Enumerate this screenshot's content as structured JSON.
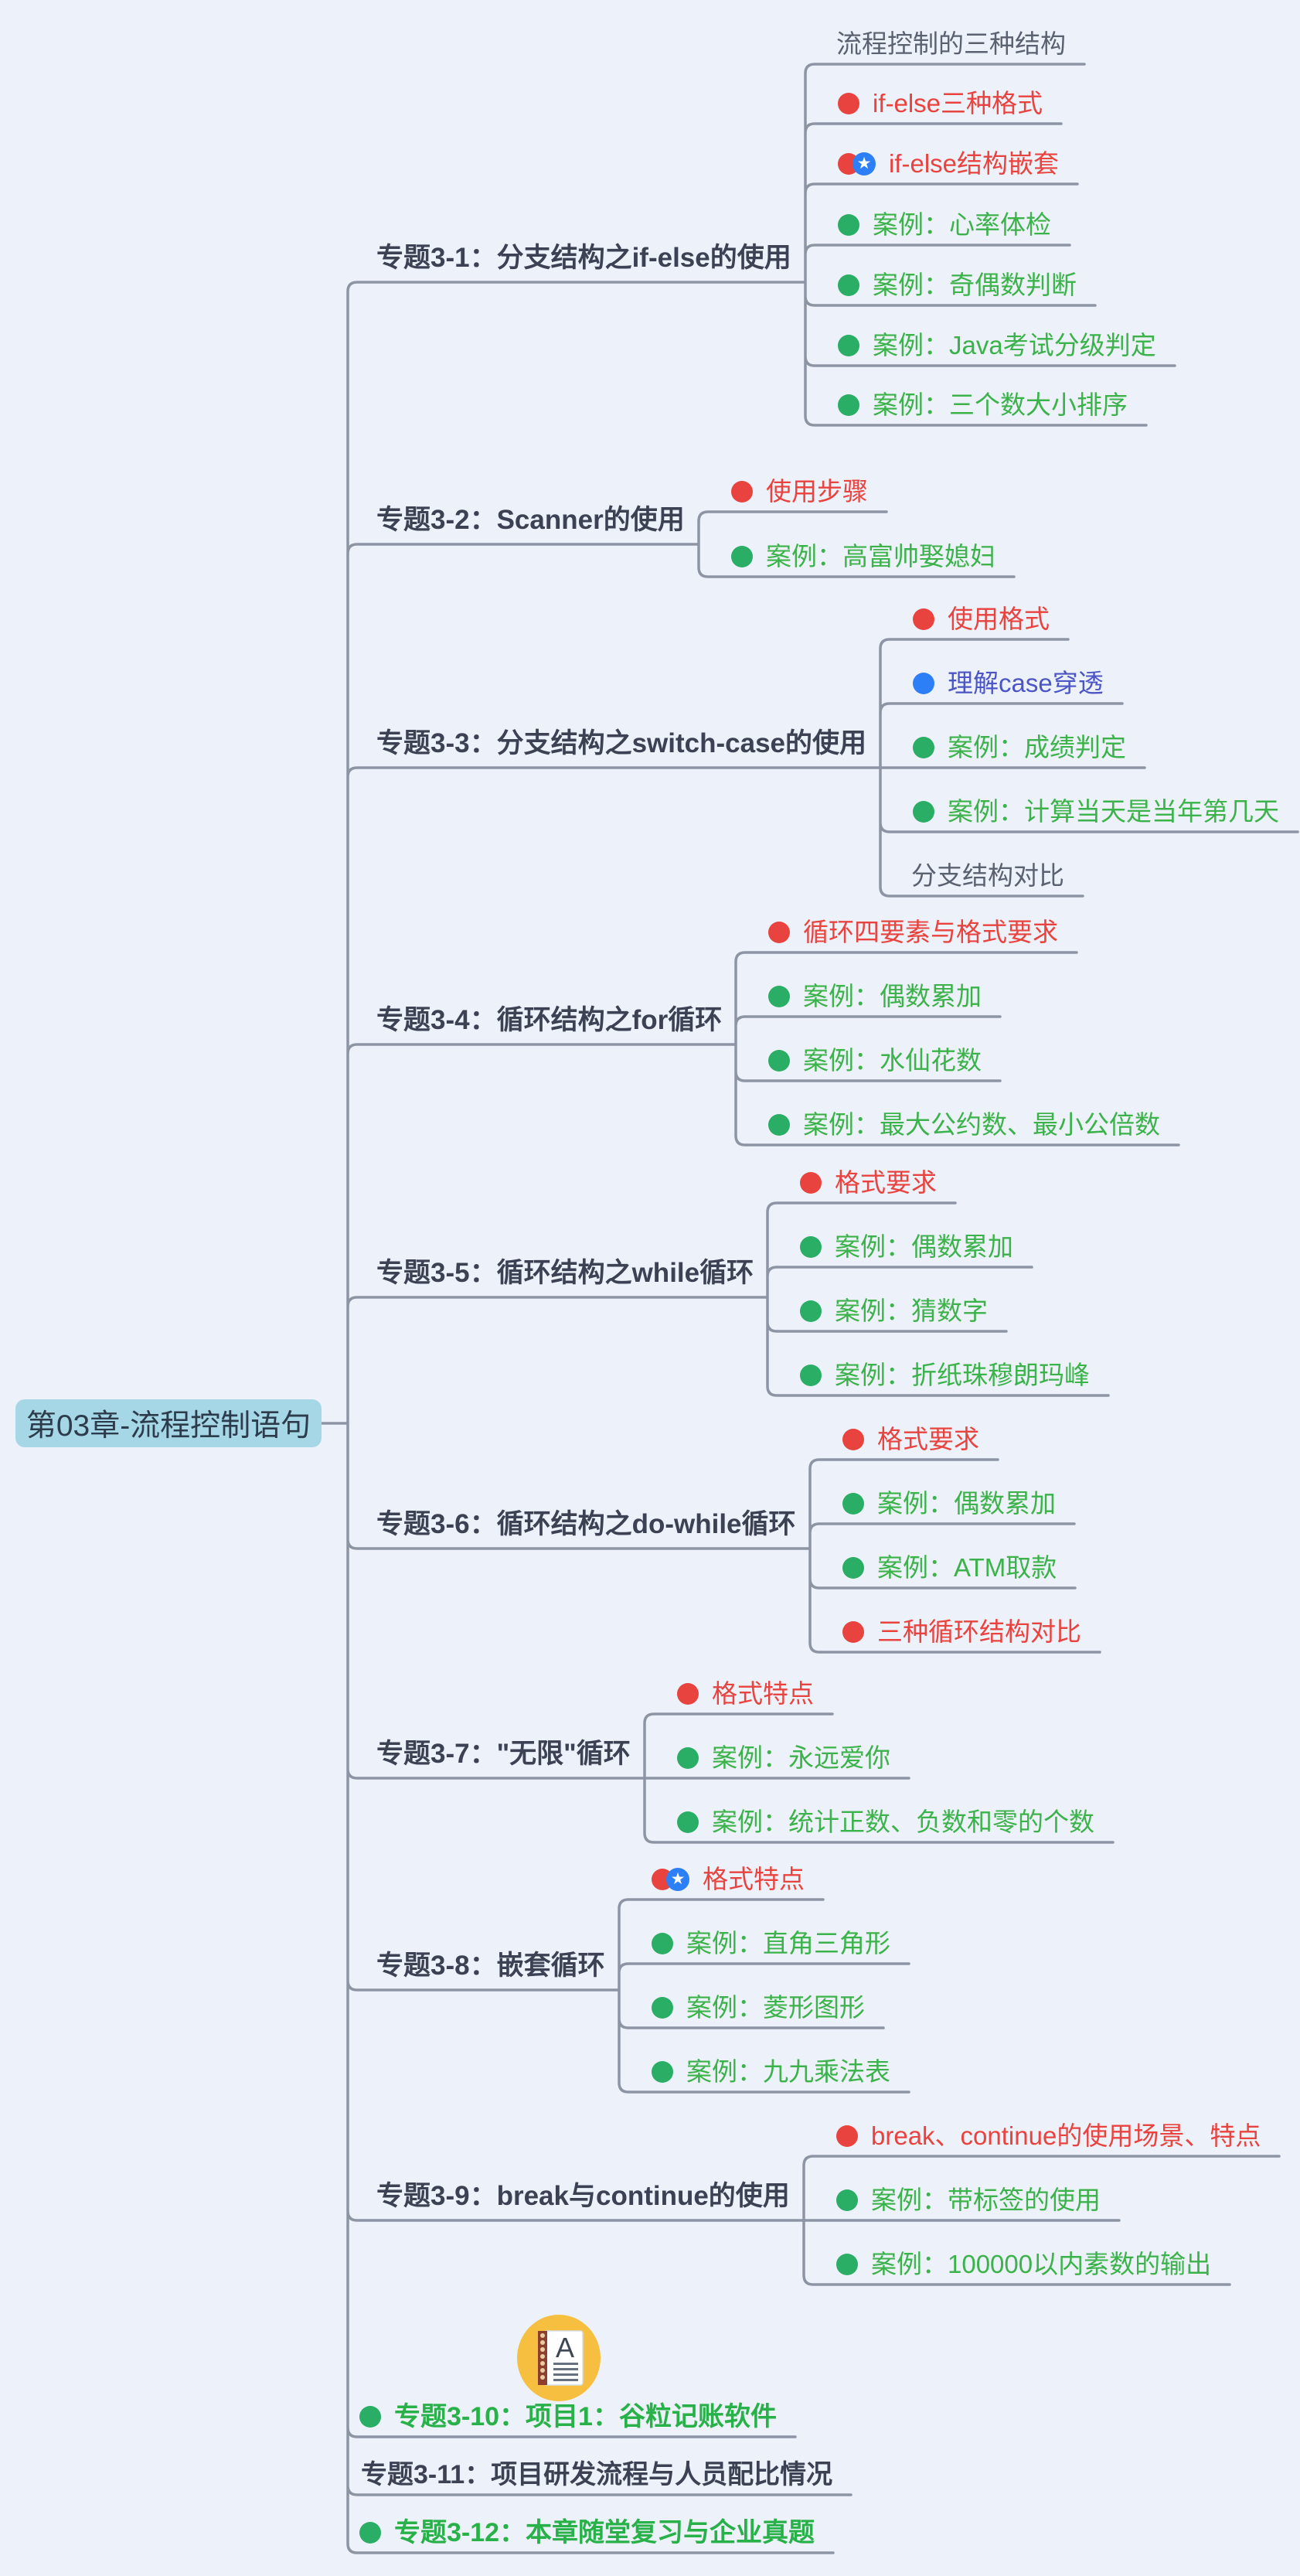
{
  "title": "第03章-流程控制语句",
  "icons": {
    "star_glyph": "★",
    "sticker_letter": "A"
  },
  "colors": {
    "background": "#edf1f9",
    "line": "#8d95a5",
    "root_fill": "#a5d7e7",
    "root_text": "#2d3c4c",
    "label_text": "#3c4254",
    "red": "#e9433f",
    "green_dot": "#2aad64",
    "green_text": "#3bb24a",
    "green_bold": "#27b148",
    "blue_dot": "#2d7ff7",
    "indigo_text": "#4b55c5",
    "plain_text": "#5a6170",
    "sticker_bg": "#f6bf40",
    "sticker_spine": "#8c3f2f"
  },
  "branches": [
    {
      "label": "专题3-1：分支结构之if-else的使用",
      "children": [
        {
          "label": "流程控制的三种结构",
          "style": "plain"
        },
        {
          "label": "if-else三种格式",
          "style": "red"
        },
        {
          "label": "if-else结构嵌套",
          "style": "red",
          "star": true
        },
        {
          "label": "案例：心率体检",
          "style": "green"
        },
        {
          "label": "案例：奇偶数判断",
          "style": "green"
        },
        {
          "label": "案例：Java考试分级判定",
          "style": "green"
        },
        {
          "label": "案例：三个数大小排序",
          "style": "green"
        }
      ]
    },
    {
      "label": "专题3-2：Scanner的使用",
      "children": [
        {
          "label": "使用步骤",
          "style": "red"
        },
        {
          "label": "案例：高富帅娶媳妇",
          "style": "green"
        }
      ]
    },
    {
      "label": "专题3-3：分支结构之switch-case的使用",
      "children": [
        {
          "label": "使用格式",
          "style": "red"
        },
        {
          "label": "理解case穿透",
          "style": "blue"
        },
        {
          "label": "案例：成绩判定",
          "style": "green"
        },
        {
          "label": "案例：计算当天是当年第几天",
          "style": "green"
        },
        {
          "label": "分支结构对比",
          "style": "plain"
        }
      ]
    },
    {
      "label": "专题3-4：循环结构之for循环",
      "children": [
        {
          "label": "循环四要素与格式要求",
          "style": "red"
        },
        {
          "label": "案例：偶数累加",
          "style": "green"
        },
        {
          "label": "案例：水仙花数",
          "style": "green"
        },
        {
          "label": "案例：最大公约数、最小公倍数",
          "style": "green"
        }
      ]
    },
    {
      "label": "专题3-5：循环结构之while循环",
      "children": [
        {
          "label": "格式要求",
          "style": "red"
        },
        {
          "label": "案例：偶数累加",
          "style": "green"
        },
        {
          "label": "案例：猜数字",
          "style": "green"
        },
        {
          "label": "案例：折纸珠穆朗玛峰",
          "style": "green"
        }
      ]
    },
    {
      "label": "专题3-6：循环结构之do-while循环",
      "children": [
        {
          "label": "格式要求",
          "style": "red"
        },
        {
          "label": "案例：偶数累加",
          "style": "green"
        },
        {
          "label": "案例：ATM取款",
          "style": "green"
        },
        {
          "label": "三种循环结构对比",
          "style": "red"
        }
      ]
    },
    {
      "label": "专题3-7：\"无限\"循环",
      "children": [
        {
          "label": "格式特点",
          "style": "red"
        },
        {
          "label": "案例：永远爱你",
          "style": "green"
        },
        {
          "label": "案例：统计正数、负数和零的个数",
          "style": "green"
        }
      ]
    },
    {
      "label": "专题3-8：嵌套循环",
      "children": [
        {
          "label": "格式特点",
          "style": "red",
          "star": true
        },
        {
          "label": "案例：直角三角形",
          "style": "green"
        },
        {
          "label": "案例：菱形图形",
          "style": "green"
        },
        {
          "label": "案例：九九乘法表",
          "style": "green"
        }
      ]
    },
    {
      "label": "专题3-9：break与continue的使用",
      "children": [
        {
          "label": "break、continue的使用场景、特点",
          "style": "red"
        },
        {
          "label": "案例：带标签的使用",
          "style": "green"
        },
        {
          "label": "案例：100000以内素数的输出",
          "style": "green"
        }
      ]
    }
  ],
  "root_items": [
    {
      "label": "专题3-10：项目1：谷粒记账软件",
      "style": "green",
      "bold": true,
      "sticker": "notebook-a"
    },
    {
      "label": "专题3-11：项目研发流程与人员配比情况",
      "style": "plain",
      "bold": true
    },
    {
      "label": "专题3-12：本章随堂复习与企业真题",
      "style": "green",
      "bold": true
    }
  ]
}
